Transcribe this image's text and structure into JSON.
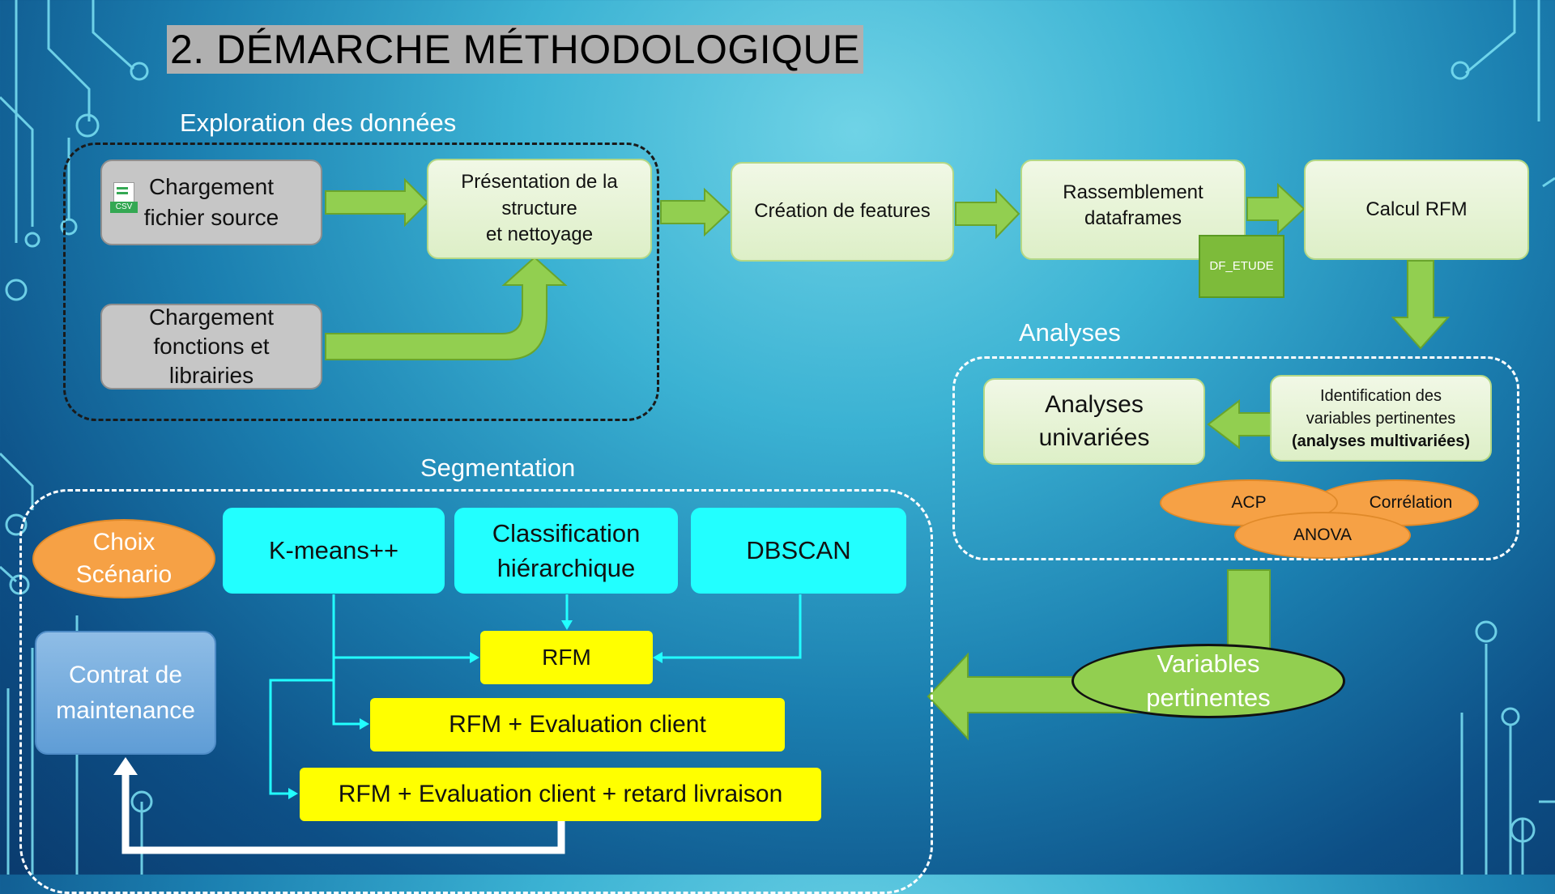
{
  "title": "2. DÉMARCHE MÉTHODOLOGIQUE",
  "sections": {
    "exploration": "Exploration des données",
    "analyses": "Analyses",
    "segmentation": "Segmentation"
  },
  "exploration": {
    "load_source_line1": "Chargement",
    "load_source_line2": "fichier source",
    "csv_icon_text": "CSV",
    "load_functions_line1": "Chargement",
    "load_functions_line2": "fonctions et",
    "load_functions_line3": "librairies",
    "presentation_line1": "Présentation de la",
    "presentation_line2": "structure",
    "presentation_line3": "et nettoyage"
  },
  "pipeline": {
    "features": "Création de features",
    "merge_line1": "Rassemblement",
    "merge_line2": "dataframes",
    "df_label": "DF_ETUDE",
    "rfm": "Calcul RFM"
  },
  "analyses": {
    "univariate_line1": "Analyses",
    "univariate_line2": "univariées",
    "identification_line1": "Identification des",
    "identification_line2": "variables pertinentes",
    "identification_line3": "(analyses multivariées)",
    "acp": "ACP",
    "correlation": "Corrélation",
    "anova": "ANOVA",
    "variables_line1": "Variables",
    "variables_line2": "pertinentes"
  },
  "segmentation": {
    "scenario_line1": "Choix",
    "scenario_line2": "Scénario",
    "kmeans": "K-means++",
    "hierarchical_line1": "Classification",
    "hierarchical_line2": "hiérarchique",
    "dbscan": "DBSCAN",
    "rfm": "RFM",
    "rfm_eval": "RFM + Evaluation client",
    "rfm_eval_delivery": "RFM + Evaluation client + retard livraison",
    "maintenance_line1": "Contrat de",
    "maintenance_line2": "maintenance"
  },
  "colors": {
    "green_arrow": "#92cf50",
    "green_box": "#e2f0d0",
    "grey_box": "#c6c6c6",
    "cyan_box": "#22ffff",
    "yellow_box": "#ffff00",
    "orange": "#f6a145",
    "df_box": "#7dbb3a",
    "blue_box": "#6ea6d8"
  }
}
